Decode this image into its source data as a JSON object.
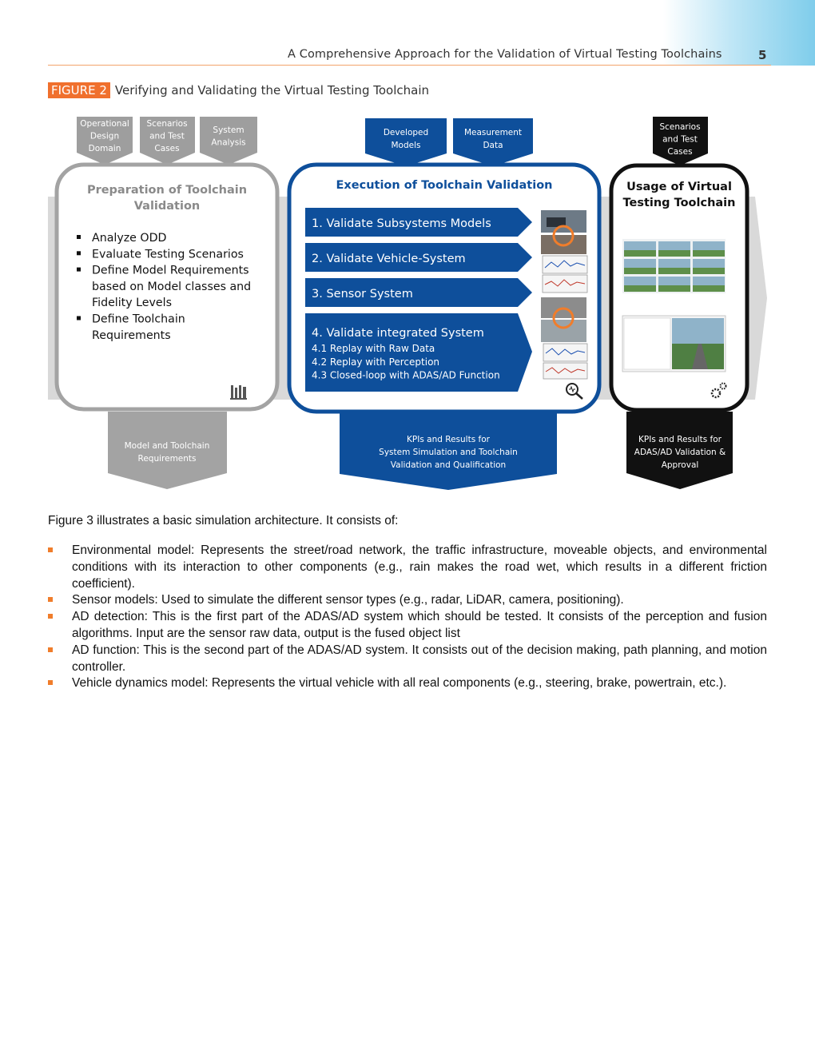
{
  "header": {
    "running_title": "A Comprehensive Approach for the Validation of Virtual Testing Toolchains",
    "page_number": "5"
  },
  "figure": {
    "tag": "FIGURE 2",
    "caption": "Verifying and Validating the Virtual Testing Toolchain",
    "prep_inputs": [
      [
        "Operational",
        "Design",
        "Domain"
      ],
      [
        "Scenarios",
        "and Test",
        "Cases"
      ],
      [
        "System",
        "Analysis"
      ]
    ],
    "exec_inputs": [
      [
        "Developed",
        "Models"
      ],
      [
        "Measurement",
        "Data"
      ]
    ],
    "usage_input": [
      "Scenarios",
      "and Test",
      "Cases"
    ],
    "prep_title": [
      "Preparation of Toolchain",
      "Validation"
    ],
    "prep_bullets": [
      [
        "Analyze ODD"
      ],
      [
        "Evaluate Testing Scenarios"
      ],
      [
        "Define Model Requirements",
        "based on Model classes and",
        "Fidelity Levels"
      ],
      [
        "Define Toolchain",
        "Requirements"
      ]
    ],
    "exec_title": "Execution of Toolchain Validation",
    "steps": [
      "1. Validate Subsystems Models",
      "2. Validate Vehicle-System",
      "3. Sensor System",
      "4. Validate integrated System"
    ],
    "substeps": [
      "4.1 Replay with Raw Data",
      "4.2 Replay with Perception",
      "4.3 Closed-loop with ADAS/AD Function"
    ],
    "usage_title": [
      "Usage of Virtual",
      "Testing Toolchain"
    ],
    "outputs": {
      "prep": [
        "Model and Toolchain",
        "Requirements"
      ],
      "exec": [
        "KPIs and Results for",
        "System Simulation and Toolchain",
        "Validation and Qualification"
      ],
      "usage": [
        "KPIs and Results  for",
        "ADAS/AD Validation &",
        "Approval"
      ]
    },
    "colors": {
      "blue": "#0e4f9b",
      "grey": "#a3a3a3",
      "black": "#111111",
      "orange": "#f0702d"
    }
  },
  "body": {
    "intro": "Figure 3 illustrates a basic simulation architecture. It consists of:",
    "bullets": [
      "Environmental model: Represents the street/road network, the traffic infrastructure, moveable objects, and environmental conditions with its interaction to other components (e.g., rain makes the road wet, which results in a different friction coefficient).",
      "Sensor models: Used to simulate the different sensor types (e.g., radar, LiDAR, camera, positioning).",
      "AD detection: This is the first part of the ADAS/AD system which should be tested. It consists of the perception and fusion algorithms. Input are the sensor raw data, output is the fused object list",
      "AD function: This is the second part of the ADAS/AD system. It consists out of the decision making, path planning, and motion controller.",
      "Vehicle dynamics model: Represents the virtual vehicle with all real components (e.g., steering, brake, powertrain, etc.)."
    ]
  }
}
